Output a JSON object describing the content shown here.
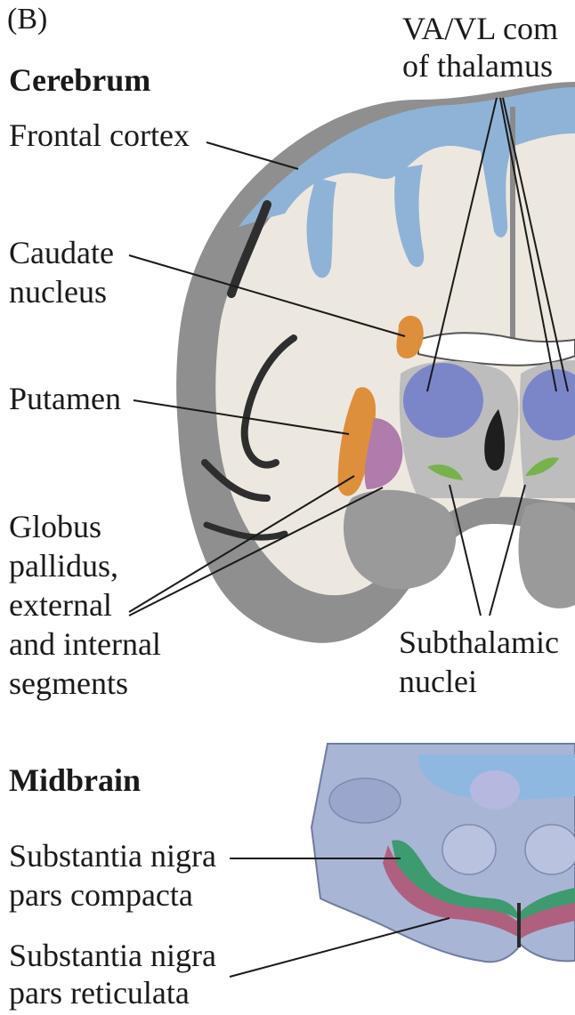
{
  "panel_letter": "(B)",
  "sections": {
    "cerebrum": "Cerebrum",
    "midbrain": "Midbrain"
  },
  "labels": {
    "vavl_line1": "VA/VL com",
    "vavl_line2": "of thalamus",
    "frontal_cortex": "Frontal cortex",
    "caudate_line1": "Caudate",
    "caudate_line2": "nucleus",
    "putamen": "Putamen",
    "globus_line1": "Globus",
    "globus_line2": "pallidus,",
    "globus_line3": "external",
    "globus_line4": "and internal",
    "globus_line5": "segments",
    "subthalamic_line1": "Subthalamic",
    "subthalamic_line2": "nuclei",
    "snc_line1": "Substantia nigra",
    "snc_line2": "pars compacta",
    "snr_line1": "Substantia nigra",
    "snr_line2": "pars reticulata"
  },
  "colors": {
    "cortex_blue": "#8fb3d6",
    "white_matter": "#ede8df",
    "gray_matter": "#8a8a8a",
    "caudate_putamen": "#dd8f3c",
    "globus_pallidus": "#b07cab",
    "thalamus_vavl": "#7b86c9",
    "subthalamic": "#77b24a",
    "snc_green": "#3e9a6f",
    "snr_purple": "#b0607f",
    "midbrain_bg": "#a9b5d4"
  }
}
